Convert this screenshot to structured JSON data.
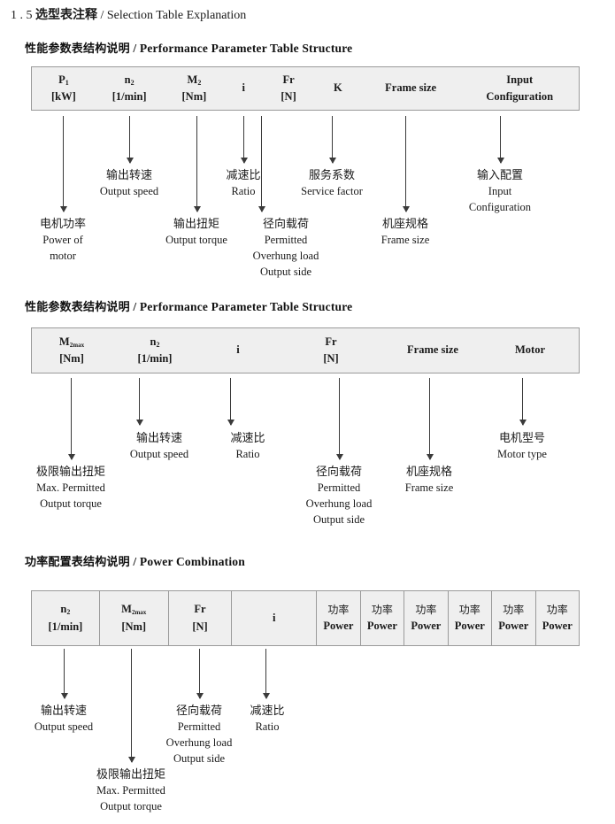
{
  "document": {
    "section_number": "1 . 5",
    "title_cn": "选型表注释",
    "separator": "/",
    "title_en": "Selection Table Explanation"
  },
  "sections": [
    {
      "id": "performance-parameter-1",
      "heading_cn": "性能参数表结构说明",
      "heading_sep": "/",
      "heading_en": "Performance Parameter Table Structure",
      "table": {
        "divided": false,
        "columns": [
          {
            "symbol": "P",
            "sub": "1",
            "unit": "[kW]"
          },
          {
            "symbol": "n",
            "sub": "2",
            "unit": "[1/min]"
          },
          {
            "symbol": "M",
            "sub": "2",
            "unit": "[Nm]"
          },
          {
            "symbol": "i",
            "sub": "",
            "unit": ""
          },
          {
            "symbol": "Fr",
            "sub": "",
            "unit": "[N]"
          },
          {
            "symbol": "K",
            "sub": "",
            "unit": ""
          },
          {
            "symbol": "Frame size",
            "sub": "",
            "unit": ""
          },
          {
            "symbol": "Input",
            "sub": "",
            "unit": "Configuration"
          }
        ]
      },
      "notes": [
        {
          "cn": "电机功率",
          "en": [
            "Power of",
            "motor"
          ]
        },
        {
          "cn": "输出转速",
          "en": [
            "Output speed"
          ]
        },
        {
          "cn": "输出扭矩",
          "en": [
            "Output torque"
          ]
        },
        {
          "cn": "径向载荷",
          "en": [
            "Permitted",
            "Overhung load",
            "Output side"
          ]
        },
        {
          "cn": "减速比",
          "en": [
            "Ratio"
          ]
        },
        {
          "cn": "服务系数",
          "en": [
            "Service factor"
          ]
        },
        {
          "cn": "机座规格",
          "en": [
            "Frame size"
          ]
        },
        {
          "cn": "输入配置",
          "en": [
            "Input",
            "Configuration"
          ]
        }
      ]
    },
    {
      "id": "performance-parameter-2",
      "heading_cn": "性能参数表结构说明",
      "heading_sep": "/",
      "heading_en": "Performance Parameter Table Structure",
      "table": {
        "divided": false,
        "columns": [
          {
            "symbol": "M",
            "sub": "2max",
            "unit": "[Nm]"
          },
          {
            "symbol": "n",
            "sub": "2",
            "unit": "[1/min]"
          },
          {
            "symbol": "i",
            "sub": "",
            "unit": ""
          },
          {
            "symbol": "Fr",
            "sub": "",
            "unit": "[N]"
          },
          {
            "symbol": "Frame size",
            "sub": "",
            "unit": ""
          },
          {
            "symbol": "Motor",
            "sub": "",
            "unit": ""
          }
        ]
      },
      "notes": [
        {
          "cn": "极限输出扭矩",
          "en": [
            "Max. Permitted",
            "Output  torque"
          ]
        },
        {
          "cn": "输出转速",
          "en": [
            "Output speed"
          ]
        },
        {
          "cn": "减速比",
          "en": [
            "Ratio"
          ]
        },
        {
          "cn": "径向载荷",
          "en": [
            "Permitted",
            "Overhung load",
            "Output side"
          ]
        },
        {
          "cn": "机座规格",
          "en": [
            "Frame size"
          ]
        },
        {
          "cn": "电机型号",
          "en": [
            "Motor type"
          ]
        }
      ]
    },
    {
      "id": "power-combination",
      "heading_cn": "功率配置表结构说明",
      "heading_sep": "/",
      "heading_en": "Power Combination",
      "table": {
        "divided": true,
        "columns": [
          {
            "symbol": "n",
            "sub": "2",
            "unit": "[1/min]"
          },
          {
            "symbol": "M",
            "sub": "2max",
            "unit": "[Nm]"
          },
          {
            "symbol": "Fr",
            "sub": "",
            "unit": "[N]"
          },
          {
            "symbol": "i",
            "sub": "",
            "unit": ""
          },
          {
            "symbol_cn": "功率",
            "unit": "Power"
          },
          {
            "symbol_cn": "功率",
            "unit": "Power"
          },
          {
            "symbol_cn": "功率",
            "unit": "Power"
          },
          {
            "symbol_cn": "功率",
            "unit": "Power"
          },
          {
            "symbol_cn": "功率",
            "unit": "Power"
          },
          {
            "symbol_cn": "功率",
            "unit": "Power"
          }
        ]
      },
      "notes": [
        {
          "cn": "输出转速",
          "en": [
            "Output speed"
          ]
        },
        {
          "cn": "极限输出扭矩",
          "en": [
            "Max. Permitted",
            "Output  torque"
          ]
        },
        {
          "cn": "径向载荷",
          "en": [
            "Permitted",
            "Overhung load",
            "Output side"
          ]
        },
        {
          "cn": "减速比",
          "en": [
            "Ratio"
          ]
        }
      ]
    }
  ],
  "colors": {
    "table_fill": "#efefef",
    "table_border": "#9a9a9a",
    "arrow": "#3a3a3a",
    "text": "#1a1a1a"
  }
}
